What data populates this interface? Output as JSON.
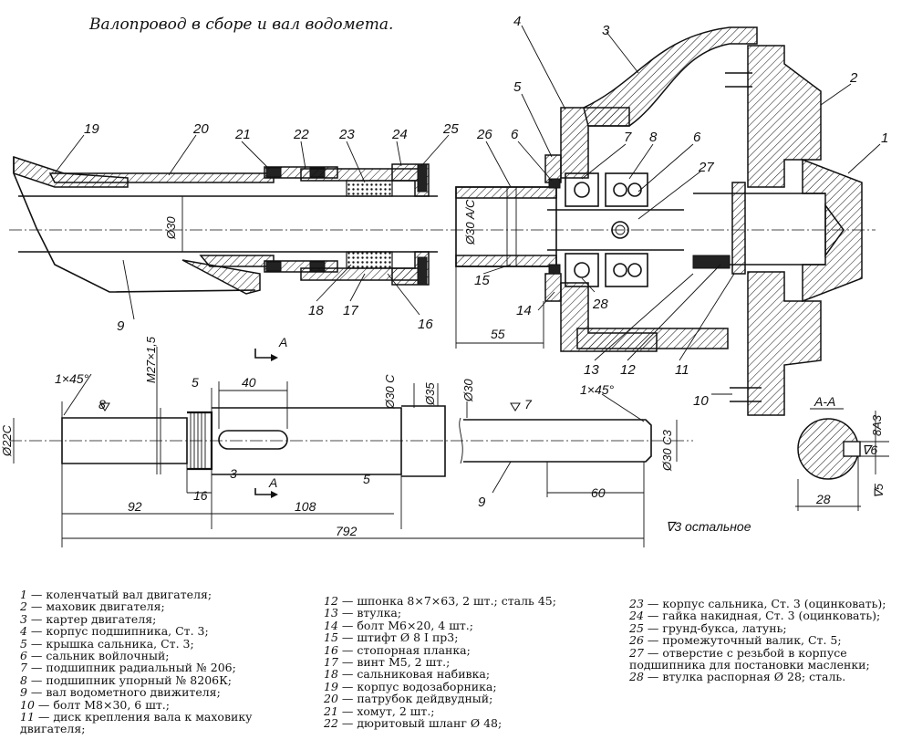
{
  "title": "Валопровод в сборе и вал водомета.",
  "callouts": {
    "c1": "1",
    "c2": "2",
    "c3": "3",
    "c4": "4",
    "c5": "5",
    "c6a": "6",
    "c6b": "6",
    "c7": "7",
    "c8": "8",
    "c9a": "9",
    "c9b": "9",
    "c10": "10",
    "c11": "11",
    "c12": "12",
    "c13": "13",
    "c14": "14",
    "c15": "15",
    "c16": "16",
    "c17": "17",
    "c18": "18",
    "c19": "19",
    "c20": "20",
    "c21": "21",
    "c22": "22",
    "c23": "23",
    "c24": "24",
    "c25": "25",
    "c26": "26",
    "c27": "27",
    "c28": "28"
  },
  "dimensions": {
    "d30_assembly": "Ø30",
    "d30a_bore": "Ø30 A/C",
    "d55": "55",
    "chamfer_left": "1×45°",
    "chamfer_right": "1×45°",
    "rough8": "8",
    "rough7": "7",
    "thread": "M27×1,5",
    "d22": "Ø22C",
    "len40": "40",
    "len5_top": "5",
    "len3": "3",
    "len16": "16",
    "len5_bottom": "5",
    "d30c": "Ø30 C",
    "d35": "Ø35",
    "d30_shaft": "Ø30",
    "d30c3": "Ø30 C3",
    "len60": "60",
    "len92": "92",
    "len108": "108",
    "len792": "792",
    "rest_rough": "∇3 остальное",
    "section_A_top": "A",
    "section_A_bottom": "A",
    "section_label": "A-A",
    "key_8A3": "8A3",
    "key_6": "∇6",
    "key_5": "∇5",
    "key_28": "28"
  },
  "legend": {
    "col1": [
      {
        "n": "1",
        "t": "— коленчатый вал двигателя;"
      },
      {
        "n": "2",
        "t": "— маховик двигателя;"
      },
      {
        "n": "3",
        "t": "— картер двигателя;"
      },
      {
        "n": "4",
        "t": "— корпус подшипника, Ст. 3;"
      },
      {
        "n": "5",
        "t": "— крышка сальника, Ст. 3;"
      },
      {
        "n": "6",
        "t": "— сальник войлочный;"
      },
      {
        "n": "7",
        "t": "— подшипник радиальный № 206;"
      },
      {
        "n": "8",
        "t": "— подшипник упорный № 8206К;"
      },
      {
        "n": "9",
        "t": "— вал водометного движителя;"
      },
      {
        "n": "10",
        "t": "— болт М8×30, 6 шт.;"
      },
      {
        "n": "11",
        "t": "— диск крепления вала к маховику двигателя;"
      }
    ],
    "col2": [
      {
        "n": "12",
        "t": "— шпонка 8×7×63, 2 шт.; сталь 45;"
      },
      {
        "n": "13",
        "t": "— втулка;"
      },
      {
        "n": "14",
        "t": "— болт М6×20, 4 шт.;"
      },
      {
        "n": "15",
        "t": "— штифт Ø 8 I пр3;"
      },
      {
        "n": "16",
        "t": "— стопорная планка;"
      },
      {
        "n": "17",
        "t": "— винт М5, 2 шт.;"
      },
      {
        "n": "18",
        "t": "— сальниковая набивка;"
      },
      {
        "n": "19",
        "t": "— корпус водозаборника;"
      },
      {
        "n": "20",
        "t": "— патрубок дейдвудный;"
      },
      {
        "n": "21",
        "t": "— хомут, 2 шт.;"
      },
      {
        "n": "22",
        "t": "— дюритовый шланг Ø 48;"
      }
    ],
    "col3": [
      {
        "n": "23",
        "t": "— корпус сальника, Ст. 3 (оцинковать);"
      },
      {
        "n": "24",
        "t": "— гайка накидная, Ст. 3 (оцинковать);"
      },
      {
        "n": "25",
        "t": "— грунд-букса, латунь;"
      },
      {
        "n": "26",
        "t": "— промежуточный валик, Ст. 5;"
      },
      {
        "n": "27",
        "t": "— отверстие с резьбой в корпусе подшипника для постановки масленки;"
      },
      {
        "n": "28",
        "t": "— втулка распорная Ø 28; сталь."
      }
    ]
  }
}
